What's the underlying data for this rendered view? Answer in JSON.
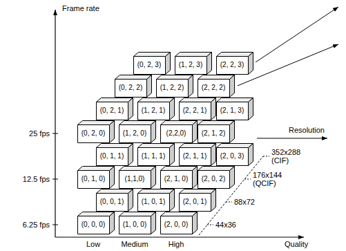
{
  "diagram": {
    "nodes": [
      {
        "text": [
          "(0, 2, 3)"
        ]
      },
      {
        "text": [
          "(1, 2, 3)"
        ]
      },
      {
        "text": [
          "(2, 2, 3)"
        ]
      },
      {
        "text": [
          "(0, 2, 2)"
        ]
      },
      {
        "text": [
          "(1, 2, 2)"
        ]
      },
      {
        "text": [
          "(2, 2, 2)"
        ]
      },
      {
        "text": [
          "(0, 2, 1)"
        ]
      },
      {
        "text": [
          "(1, 2, 1)"
        ]
      },
      {
        "text": [
          "(2, 2, 1)"
        ]
      },
      {
        "text": [
          "(2, 1, 3)"
        ]
      },
      {
        "text": [
          "(2, 1, 2)"
        ]
      },
      {
        "text": [
          "(0, 2, 0)"
        ]
      },
      {
        "text": [
          "(1, 2, 0)"
        ]
      },
      {
        "text": [
          "(2,2,0)"
        ]
      },
      {
        "text": [
          "(2, 0, 3)"
        ]
      },
      {
        "text": [
          "(0, 1, 1)"
        ]
      },
      {
        "text": [
          "(1, 1, 1)"
        ]
      },
      {
        "text": [
          "(2, 1, 1)"
        ]
      },
      {
        "text": [
          "(2, 0, 2)"
        ]
      },
      {
        "text": [
          "(0, 1, 0)"
        ]
      },
      {
        "text": [
          "(1,1,0)"
        ]
      },
      {
        "text": [
          "(2, 1, 0)"
        ]
      },
      {
        "text": [
          "(0, 0, 1)"
        ]
      },
      {
        "text": [
          "(1, 0, 1)"
        ]
      },
      {
        "text": [
          "(2, 0, 1)"
        ]
      },
      {
        "text": [
          "(0, 0, 0)"
        ]
      },
      {
        "text": [
          "(1, 0, 0)"
        ]
      },
      {
        "text": [
          "(2, 0, 0)"
        ]
      }
    ],
    "labels": [
      "Frame rate",
      "25 fps",
      "12.5 fps",
      "6.25 fps",
      "Low",
      "Medium",
      "High",
      "Quality",
      "Resolution",
      "352x288 (CIF)",
      "176x144 (QCIF)",
      "88x72",
      "44x36"
    ]
  }
}
